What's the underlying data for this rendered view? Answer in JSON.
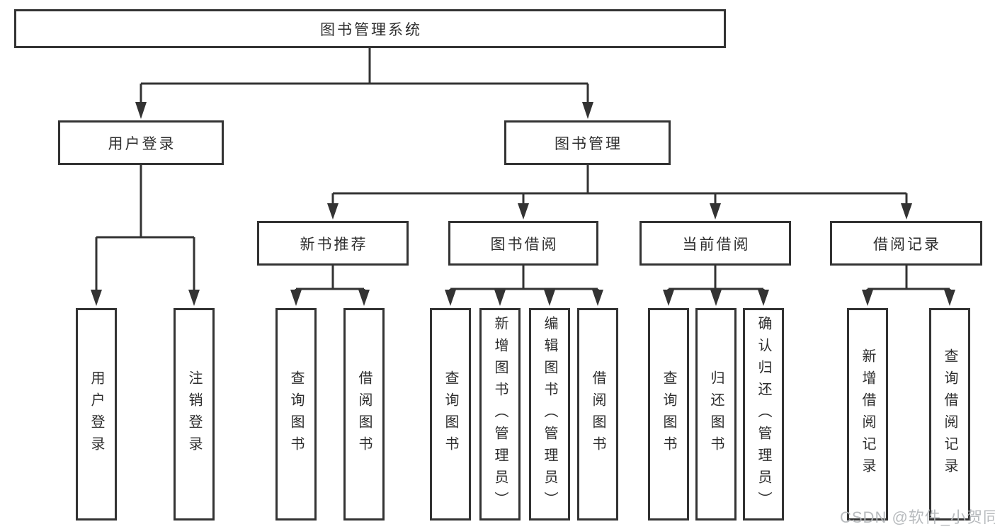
{
  "tree": {
    "root": {
      "label": "图书管理系统"
    },
    "branches": [
      {
        "label": "用户登录",
        "children": [
          {
            "label": "用户登录"
          },
          {
            "label": "注销登录"
          }
        ]
      },
      {
        "label": "图书管理",
        "children": [
          {
            "label": "新书推荐",
            "children": [
              {
                "label": "查询图书"
              },
              {
                "label": "借阅图书"
              }
            ]
          },
          {
            "label": "图书借阅",
            "children": [
              {
                "label": "查询图书"
              },
              {
                "label": "新增图书（管理员）"
              },
              {
                "label": "编辑图书（管理员）"
              },
              {
                "label": "借阅图书"
              }
            ]
          },
          {
            "label": "当前借阅",
            "children": [
              {
                "label": "查询图书"
              },
              {
                "label": "归还图书"
              },
              {
                "label": "确认归还（管理员）"
              }
            ]
          },
          {
            "label": "借阅记录",
            "children": [
              {
                "label": "新增借阅记录"
              },
              {
                "label": "查询借阅记录"
              }
            ]
          }
        ]
      }
    ]
  },
  "watermark": {
    "text": "CSDN @软件_小贺同学"
  },
  "colors": {
    "background": "#ffffff",
    "box_border": "#333333",
    "connector_line": "#333333",
    "text": "#2e2e2e",
    "watermark_text": "#b2b6b9"
  }
}
